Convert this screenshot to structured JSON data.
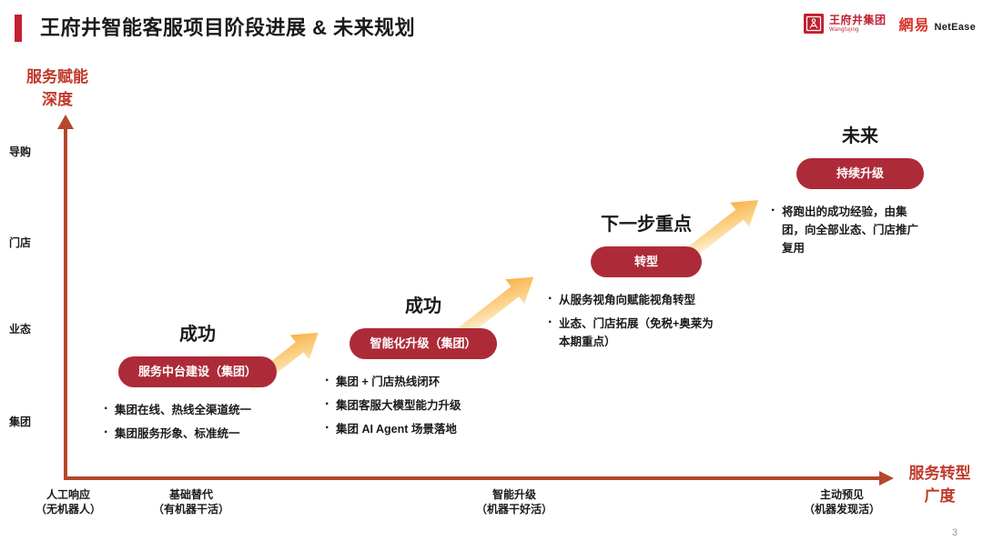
{
  "header": {
    "title": "王府井智能客服项目阶段进展 & 未来规划",
    "accent_color": "#c0202f",
    "logos": {
      "wangfujing": {
        "cn": "王府井集团",
        "en": "Wangfujing",
        "mark": "wangfujing-logo-icon"
      },
      "netease": {
        "cn": "網易",
        "en": "NetEase"
      }
    }
  },
  "chart_data": {
    "type": "scatter",
    "title": "王府井智能客服项目阶段进展 & 未来规划",
    "xlabel": "服务转型广度",
    "ylabel": "服务赋能深度",
    "grid": false,
    "legend": "none",
    "axis": {
      "y_title_line1": "服务赋能",
      "y_title_line2": "深度",
      "x_title_line1": "服务转型",
      "x_title_line2": "广度",
      "y_ticks": [
        "导购",
        "门店",
        "业态",
        "集团"
      ],
      "x_ticks": [
        {
          "line1": "人工响应",
          "line2": "（无机器人）"
        },
        {
          "line1": "基础替代",
          "line2": "（有机器干活）"
        },
        {
          "line1": "智能升级",
          "line2": "（机器干好活）"
        },
        {
          "line1": "主动预见",
          "line2": "（机器发现活）"
        }
      ],
      "axis_color": "#b5472a",
      "axis_title_color": "#c0392b"
    },
    "stages": [
      {
        "heading": "成功",
        "pill": "服务中台建设（集团）",
        "bullets": [
          "集团在线、热线全渠道统一",
          "集团服务形象、标准统一"
        ],
        "x_category": "基础替代（有机器干活）",
        "y_category": "集团"
      },
      {
        "heading": "成功",
        "pill": "智能化升级（集团）",
        "bullets": [
          "集团 + 门店热线闭环",
          "集团客服大模型能力升级",
          "集团 AI Agent 场景落地"
        ],
        "x_category": "基础替代/智能升级之间",
        "y_category": "业态"
      },
      {
        "heading": "下一步重点",
        "pill": "转型",
        "bullets": [
          "从服务视角向赋能视角转型",
          "业态、门店拓展（免税+奥莱为",
          "本期重点）"
        ],
        "x_category": "智能升级（机器干好活）",
        "y_category": "门店"
      },
      {
        "heading": "未来",
        "pill": "持续升级",
        "bullets": [
          "将跑出的成功经验，由集",
          "团，向全部业态、门店推广",
          "复用"
        ],
        "x_category": "主动预见（机器发现活）",
        "y_category": "导购"
      }
    ],
    "arrows": [
      {
        "from_stage": 0,
        "to_stage": 1,
        "color": "#f6a93b"
      },
      {
        "from_stage": 1,
        "to_stage": 2,
        "color": "#f6a93b"
      },
      {
        "from_stage": 2,
        "to_stage": 3,
        "color": "#f6a93b"
      }
    ]
  },
  "footer": {
    "page_number": "3"
  }
}
